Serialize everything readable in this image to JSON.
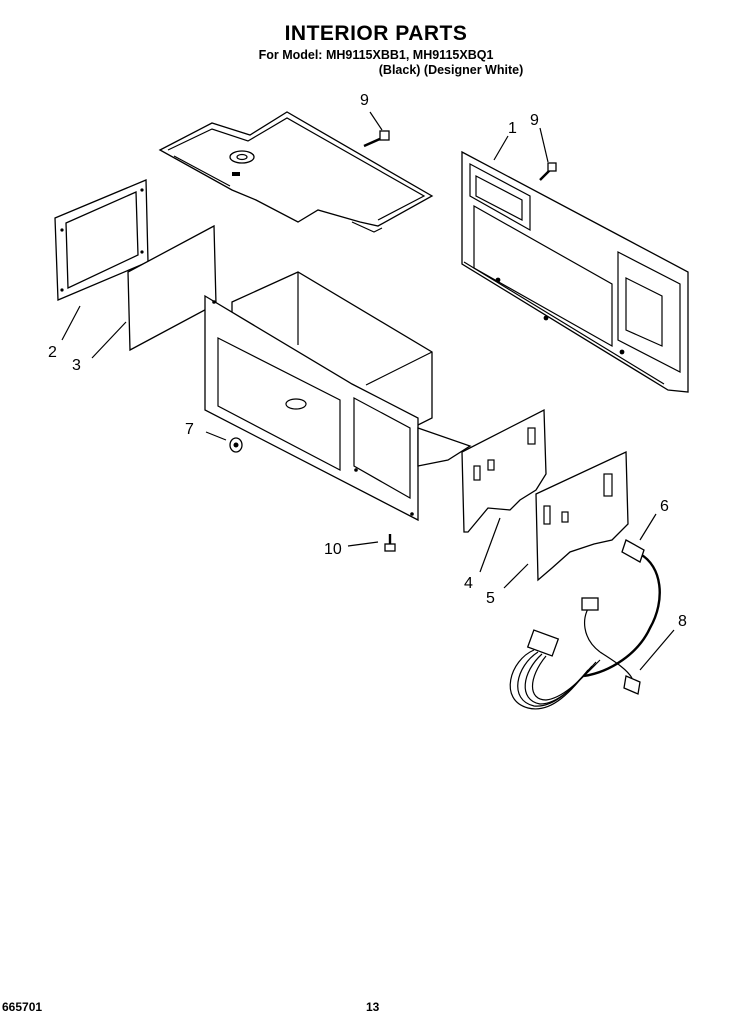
{
  "header": {
    "title": "INTERIOR PARTS",
    "model_line": "For Model: MH9115XBB1, MH9115XBQ1",
    "color_line": "(Black) (Designer White)"
  },
  "callouts": [
    {
      "id": "c9a",
      "label": "9"
    },
    {
      "id": "c1",
      "label": "1"
    },
    {
      "id": "c9b",
      "label": "9"
    },
    {
      "id": "c2",
      "label": "2"
    },
    {
      "id": "c3",
      "label": "3"
    },
    {
      "id": "c7",
      "label": "7"
    },
    {
      "id": "c6",
      "label": "6"
    },
    {
      "id": "c10",
      "label": "10"
    },
    {
      "id": "c4",
      "label": "4"
    },
    {
      "id": "c5",
      "label": "5"
    },
    {
      "id": "c8",
      "label": "8"
    }
  ],
  "footer": {
    "doc_number": "665701",
    "page_number": "13"
  }
}
